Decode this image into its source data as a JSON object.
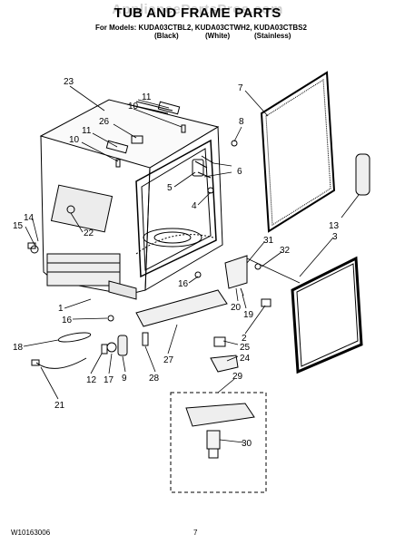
{
  "header": {
    "watermark": "AppliancePartsPros.com",
    "title": "TUB AND FRAME PARTS",
    "models_line": "For Models: KUDA03CTBL2, KUDA03CTWH2, KUDA03CTBS2",
    "colors": [
      "(Black)",
      "(White)",
      "(Stainless)"
    ]
  },
  "callouts": {
    "c1": "1",
    "c2": "2",
    "c3": "3",
    "c4": "4",
    "c5": "5",
    "c6": "6",
    "c7": "7",
    "c8": "8",
    "c9": "9",
    "c10a": "10",
    "c10b": "10",
    "c11a": "11",
    "c11b": "11",
    "c12": "12",
    "c13": "13",
    "c14": "14",
    "c15": "15",
    "c16a": "16",
    "c16b": "16",
    "c17": "17",
    "c18": "18",
    "c19": "19",
    "c20": "20",
    "c21": "21",
    "c22": "22",
    "c23": "23",
    "c24": "24",
    "c25": "25",
    "c26": "26",
    "c27": "27",
    "c28": "28",
    "c29": "29",
    "c30": "30",
    "c31": "31",
    "c32": "32"
  },
  "footer": {
    "doc_number": "W10163006",
    "page_number": "7"
  }
}
